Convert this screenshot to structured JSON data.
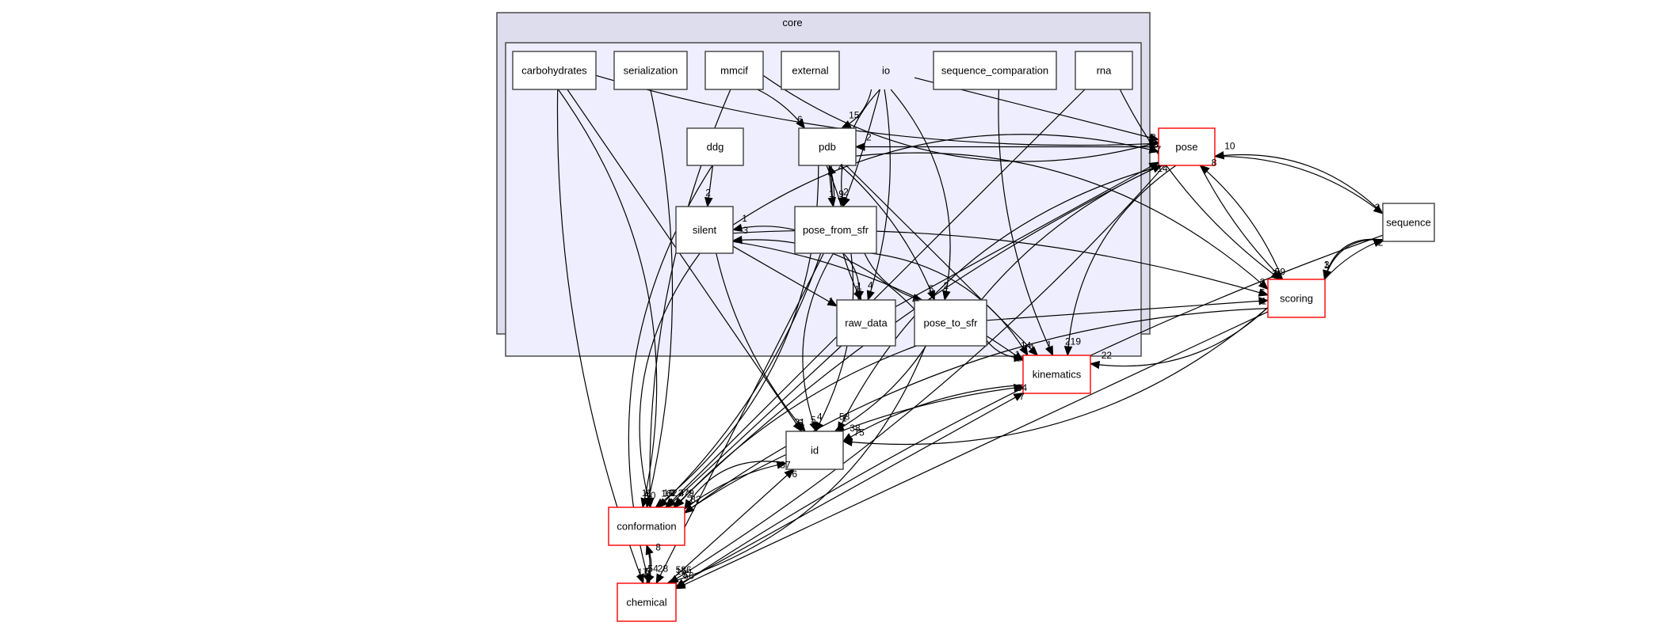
{
  "graph": {
    "title": "core",
    "clusters": [
      {
        "id": "core",
        "label": "core"
      },
      {
        "id": "io",
        "label": "io"
      }
    ],
    "nodes": [
      {
        "id": "carbohydrates",
        "label": "carbohydrates",
        "cluster": "io",
        "highlight": false
      },
      {
        "id": "serialization",
        "label": "serialization",
        "cluster": "io",
        "highlight": false
      },
      {
        "id": "mmcif",
        "label": "mmcif",
        "cluster": "io",
        "highlight": false
      },
      {
        "id": "external",
        "label": "external",
        "cluster": "io",
        "highlight": false
      },
      {
        "id": "sequence_comparation",
        "label": "sequence_comparation",
        "cluster": "io",
        "highlight": false
      },
      {
        "id": "rna",
        "label": "rna",
        "cluster": "io",
        "highlight": false
      },
      {
        "id": "ddg",
        "label": "ddg",
        "cluster": "io",
        "highlight": false
      },
      {
        "id": "pdb",
        "label": "pdb",
        "cluster": "io",
        "highlight": false
      },
      {
        "id": "silent",
        "label": "silent",
        "cluster": "io",
        "highlight": false
      },
      {
        "id": "pose_from_sfr",
        "label": "pose_from_sfr",
        "cluster": "io",
        "highlight": false
      },
      {
        "id": "raw_data",
        "label": "raw_data",
        "cluster": "io",
        "highlight": false
      },
      {
        "id": "pose_to_sfr",
        "label": "pose_to_sfr",
        "cluster": "io",
        "highlight": false
      },
      {
        "id": "pose",
        "label": "pose",
        "cluster": null,
        "highlight": true
      },
      {
        "id": "sequence",
        "label": "sequence",
        "cluster": null,
        "highlight": false
      },
      {
        "id": "scoring",
        "label": "scoring",
        "cluster": null,
        "highlight": true
      },
      {
        "id": "kinematics",
        "label": "kinematics",
        "cluster": null,
        "highlight": true
      },
      {
        "id": "id",
        "label": "id",
        "cluster": null,
        "highlight": false
      },
      {
        "id": "conformation",
        "label": "conformation",
        "cluster": null,
        "highlight": true
      },
      {
        "id": "chemical",
        "label": "chemical",
        "cluster": null,
        "highlight": true
      }
    ],
    "edges": [
      {
        "from": "io",
        "to": "pdb",
        "label": "15"
      },
      {
        "from": "mmcif",
        "to": "pdb",
        "label": "6"
      },
      {
        "from": "pose",
        "to": "pdb",
        "label": "2"
      },
      {
        "from": "pose_from_sfr",
        "to": "pdb",
        "label": "4"
      },
      {
        "from": "io",
        "to": "pose_from_sfr",
        "label": "9"
      },
      {
        "from": "pdb",
        "to": "pose_from_sfr",
        "label": "1"
      },
      {
        "from": "io",
        "to": "pose_from_sfr",
        "label": "2"
      },
      {
        "from": "ddg",
        "to": "silent",
        "label": "2"
      },
      {
        "from": "pose_from_sfr",
        "to": "silent",
        "label": "1"
      },
      {
        "from": "pose_to_sfr",
        "to": "silent",
        "label": "3"
      },
      {
        "from": "pose_from_sfr",
        "to": "raw_data",
        "label": "1"
      },
      {
        "from": "io",
        "to": "raw_data",
        "label": "4"
      },
      {
        "from": "silent",
        "to": "raw_data",
        "label": "1"
      },
      {
        "from": "pdb",
        "to": "raw_data",
        "label": "1"
      },
      {
        "from": "pose_from_sfr",
        "to": "pose_to_sfr",
        "label": "1"
      },
      {
        "from": "io",
        "to": "pose_to_sfr",
        "label": "2"
      },
      {
        "from": "pdb",
        "to": "pose_to_sfr",
        "label": "5"
      },
      {
        "from": "io",
        "to": "pose",
        "label": "8"
      },
      {
        "from": "carbohydrates",
        "to": "pose",
        "label": "2"
      },
      {
        "from": "mmcif",
        "to": "pose",
        "label": "8"
      },
      {
        "from": "silent",
        "to": "pose",
        "label": "37"
      },
      {
        "from": "pose_to_sfr",
        "to": "pose",
        "label": "14"
      },
      {
        "from": "raw_data",
        "to": "pose",
        "label": "4"
      },
      {
        "from": "scoring",
        "to": "pose",
        "label": "8"
      },
      {
        "from": "sequence",
        "to": "pose",
        "label": "10"
      },
      {
        "from": "pose",
        "to": "sequence",
        "label": "2"
      },
      {
        "from": "scoring",
        "to": "sequence",
        "label": "2"
      },
      {
        "from": "pose",
        "to": "scoring",
        "label": "59"
      },
      {
        "from": "rna",
        "to": "scoring",
        "label": "2"
      },
      {
        "from": "sequence",
        "to": "scoring",
        "label": "3"
      },
      {
        "from": "pdb",
        "to": "scoring",
        "label": "3"
      },
      {
        "from": "silent",
        "to": "scoring",
        "label": "6"
      },
      {
        "from": "pose_to_sfr",
        "to": "scoring",
        "label": "1"
      },
      {
        "from": "sequence",
        "to": "scoring",
        "label": "1"
      },
      {
        "from": "pose_to_sfr",
        "to": "kinematics",
        "label": "1"
      },
      {
        "from": "pose_from_sfr",
        "to": "kinematics",
        "label": "14"
      },
      {
        "from": "silent",
        "to": "kinematics",
        "label": "1"
      },
      {
        "from": "pdb",
        "to": "kinematics",
        "label": "1"
      },
      {
        "from": "sequence_comparation",
        "to": "kinematics",
        "label": "1"
      },
      {
        "from": "pose",
        "to": "kinematics",
        "label": "219"
      },
      {
        "from": "scoring",
        "to": "kinematics",
        "label": "22"
      },
      {
        "from": "conformation",
        "to": "kinematics",
        "label": "34"
      },
      {
        "from": "chemical",
        "to": "kinematics",
        "label": "7"
      },
      {
        "from": "silent",
        "to": "id",
        "label": "6"
      },
      {
        "from": "pose_from_sfr",
        "to": "id",
        "label": "5"
      },
      {
        "from": "pdb",
        "to": "id",
        "label": "4"
      },
      {
        "from": "pose_to_sfr",
        "to": "id",
        "label": "1"
      },
      {
        "from": "carbohydrates",
        "to": "id",
        "label": "21"
      },
      {
        "from": "kinematics",
        "to": "id",
        "label": "38"
      },
      {
        "from": "pose",
        "to": "id",
        "label": "58"
      },
      {
        "from": "scoring",
        "to": "id",
        "label": "75"
      },
      {
        "from": "conformation",
        "to": "id",
        "label": "37"
      },
      {
        "from": "chemical",
        "to": "id",
        "label": "6"
      },
      {
        "from": "mmcif",
        "to": "conformation",
        "label": "1"
      },
      {
        "from": "silent",
        "to": "conformation",
        "label": "10"
      },
      {
        "from": "pdb",
        "to": "conformation",
        "label": "16"
      },
      {
        "from": "pose_from_sfr",
        "to": "conformation",
        "label": "10"
      },
      {
        "from": "raw_data",
        "to": "conformation",
        "label": "2"
      },
      {
        "from": "pose_to_sfr",
        "to": "conformation",
        "label": "4"
      },
      {
        "from": "id",
        "to": "conformation",
        "label": "2"
      },
      {
        "from": "carbohydrates",
        "to": "conformation",
        "label": "1"
      },
      {
        "from": "serialization",
        "to": "conformation",
        "label": "2"
      },
      {
        "from": "rna",
        "to": "conformation",
        "label": "9"
      },
      {
        "from": "pose",
        "to": "conformation",
        "label": "279"
      },
      {
        "from": "scoring",
        "to": "conformation",
        "label": "82"
      },
      {
        "from": "conformation",
        "to": "chemical",
        "label": "54"
      },
      {
        "from": "chemical",
        "to": "conformation",
        "label": "8"
      },
      {
        "from": "pose_from_sfr",
        "to": "chemical",
        "label": "28"
      },
      {
        "from": "carbohydrates",
        "to": "chemical",
        "label": "17"
      },
      {
        "from": "ddg",
        "to": "chemical",
        "label": "6"
      },
      {
        "from": "pose_to_sfr",
        "to": "chemical",
        "label": "15"
      },
      {
        "from": "pose",
        "to": "chemical",
        "label": "586"
      },
      {
        "from": "scoring",
        "to": "chemical",
        "label": "56"
      },
      {
        "from": "sequence",
        "to": "chemical",
        "label": "5"
      }
    ]
  }
}
